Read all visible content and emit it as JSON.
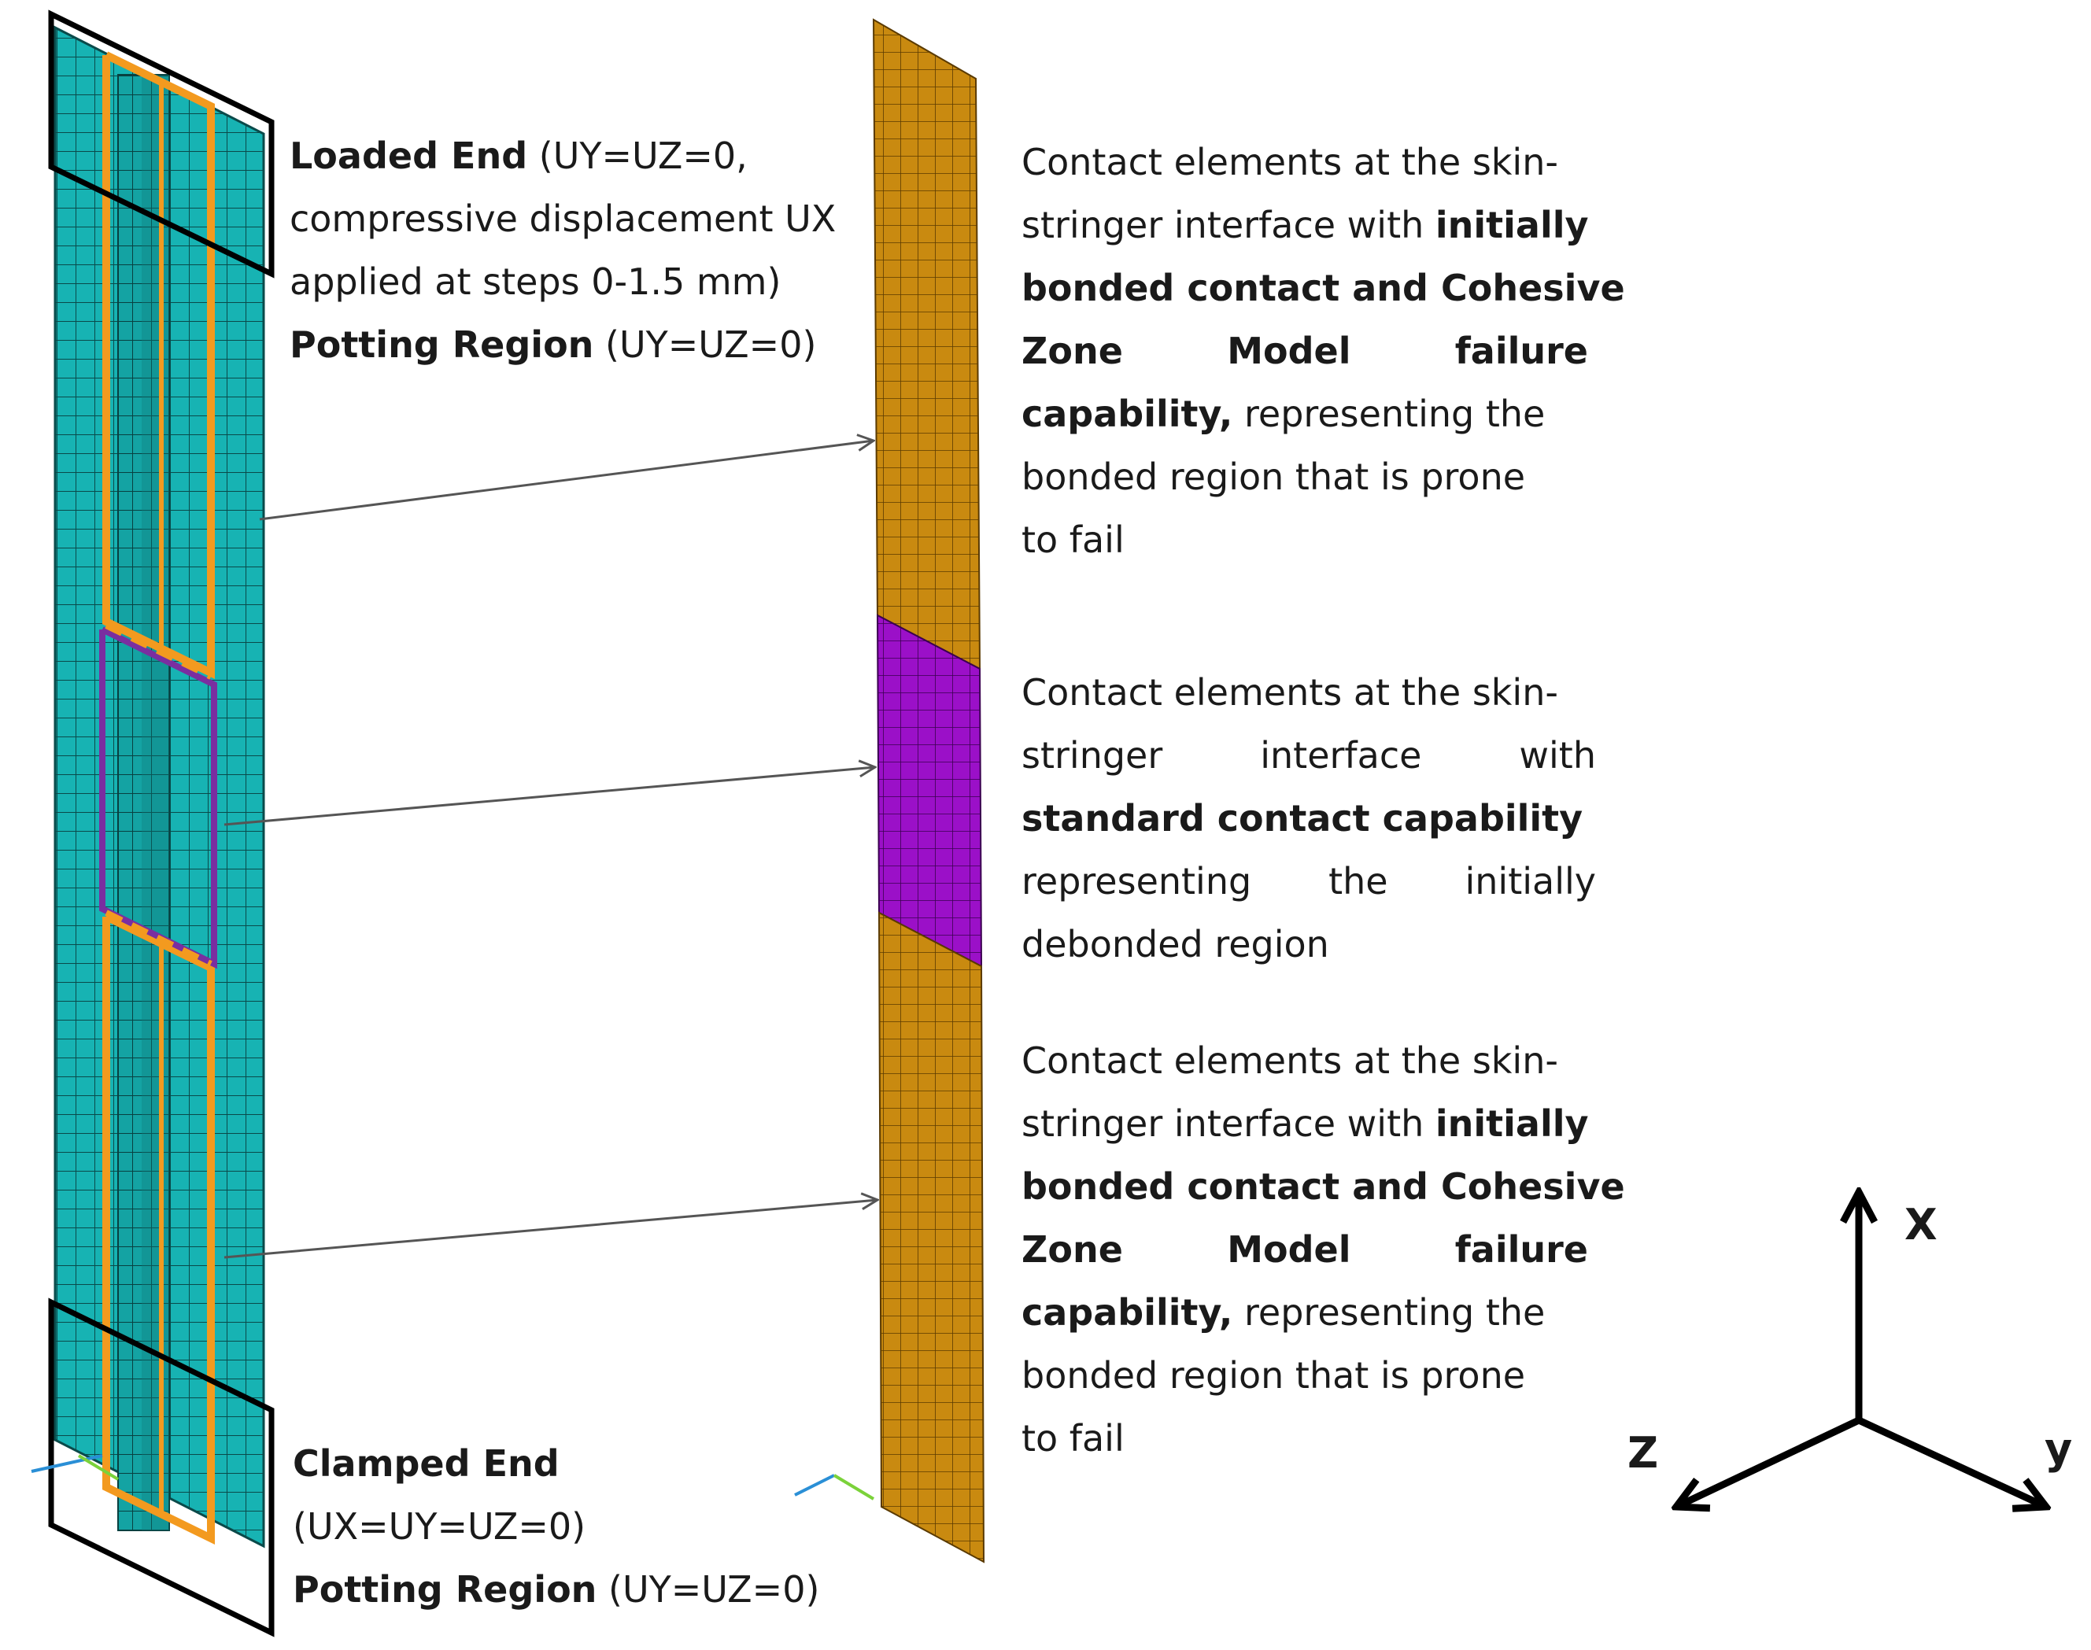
{
  "colors": {
    "skin_mesh": "#17b3b3",
    "mesh_line": "#0a4a4a",
    "stringer_frame": "#f39a1f",
    "debond_frame": "#7a2ea0",
    "contact_bonded": "#c98a10",
    "contact_debonded": "#9b10c8",
    "arrow": "#555555",
    "outline": "#000000"
  },
  "left_labels": {
    "loaded": {
      "line1_bold": "Loaded End",
      "line1_rest": " (UY=UZ=0,",
      "line2": "compressive displacement UX",
      "line3": "applied at steps 0-1.5 mm)",
      "line4_bold": "Potting Region",
      "line4_rest": " (UY=UZ=0)"
    },
    "clamped": {
      "line1_bold": "Clamped End",
      "line2": "(UX=UY=UZ=0)",
      "line3_bold": "Potting Region",
      "line3_rest": " (UY=UZ=0)"
    }
  },
  "descriptions": {
    "top": {
      "l1": "Contact elements at the skin-",
      "l2_rest": "stringer interface with ",
      "l2_bold": "initially",
      "l3_bold": "bonded contact and Cohesive",
      "l4_a": "Zone",
      "l4_b": "Model",
      "l4_c": "failure",
      "l5_bold": "capability,",
      "l5_rest": " representing the",
      "l6": "bonded region that is prone",
      "l7": "to fail"
    },
    "middle": {
      "l1": "Contact elements at the skin-",
      "l2": "stringer interface with",
      "l3_bold": "standard contact capability",
      "l4": "representing the initially",
      "l5": "debonded region"
    },
    "bottom": {
      "l1": "Contact elements at the skin-",
      "l2_rest": "stringer interface with ",
      "l2_bold": "initially",
      "l3_bold": "bonded contact and Cohesive",
      "l4_a": "Zone",
      "l4_b": "Model",
      "l4_c": "failure",
      "l5_bold": "capability,",
      "l5_rest": " representing the",
      "l6": "bonded region that is prone",
      "l7": "to fail"
    }
  },
  "axes": {
    "x": "X",
    "y": "y",
    "z": "Z"
  }
}
